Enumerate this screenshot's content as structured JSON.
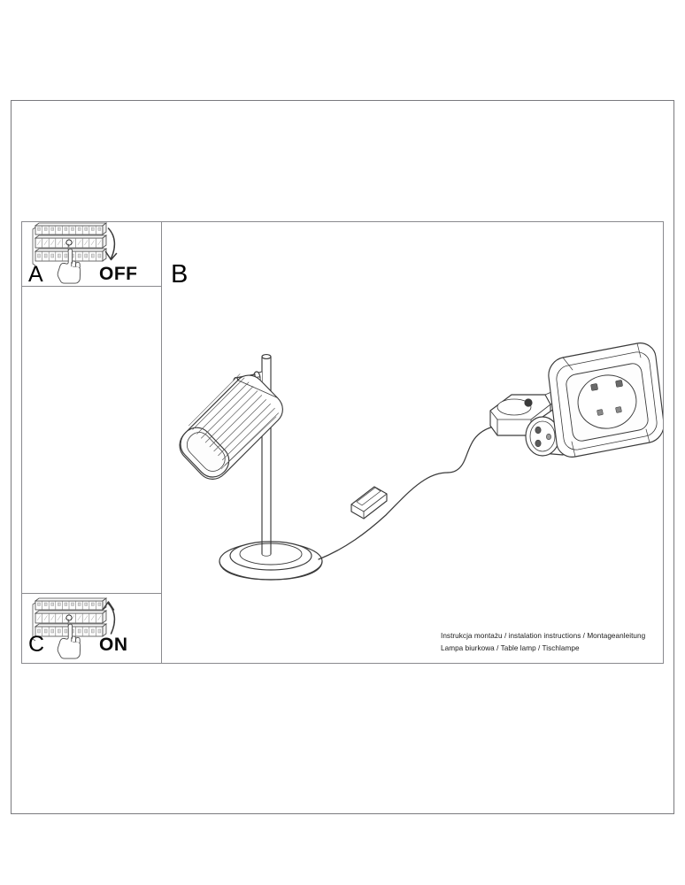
{
  "document": {
    "type": "assembly-instruction-sheet",
    "product": "Table lamp",
    "page_background": "#ffffff",
    "line_color": "#333333",
    "frame_color": "#7a7a7e"
  },
  "panels": [
    {
      "id": "A",
      "label": "A",
      "state_word": "OFF",
      "illustration": "circuit-breaker-panel-with-hand-switching-off",
      "arrow_direction": "down"
    },
    {
      "id": "B",
      "label": "B",
      "illustration": "table-lamp-with-cord-inline-switch-plug-and-wall-socket"
    },
    {
      "id": "C",
      "label": "C",
      "state_word": "ON",
      "illustration": "circuit-breaker-panel-with-hand-switching-on",
      "arrow_direction": "up"
    }
  ],
  "caption": {
    "line1": "Instrukcja montażu / instalation instructions / Montageanleitung",
    "line2": "Lampa biurkowa / Table lamp / Tischlampe"
  },
  "icons": {
    "breaker_panel": "breaker-panel-icon",
    "hand_pointing": "hand-pointing-icon",
    "arrow_down": "arrow-down-icon",
    "arrow_up": "arrow-up-icon",
    "lamp": "table-lamp-icon",
    "inline_switch": "inline-switch-icon",
    "power_plug": "power-plug-icon",
    "wall_socket": "wall-socket-icon"
  }
}
